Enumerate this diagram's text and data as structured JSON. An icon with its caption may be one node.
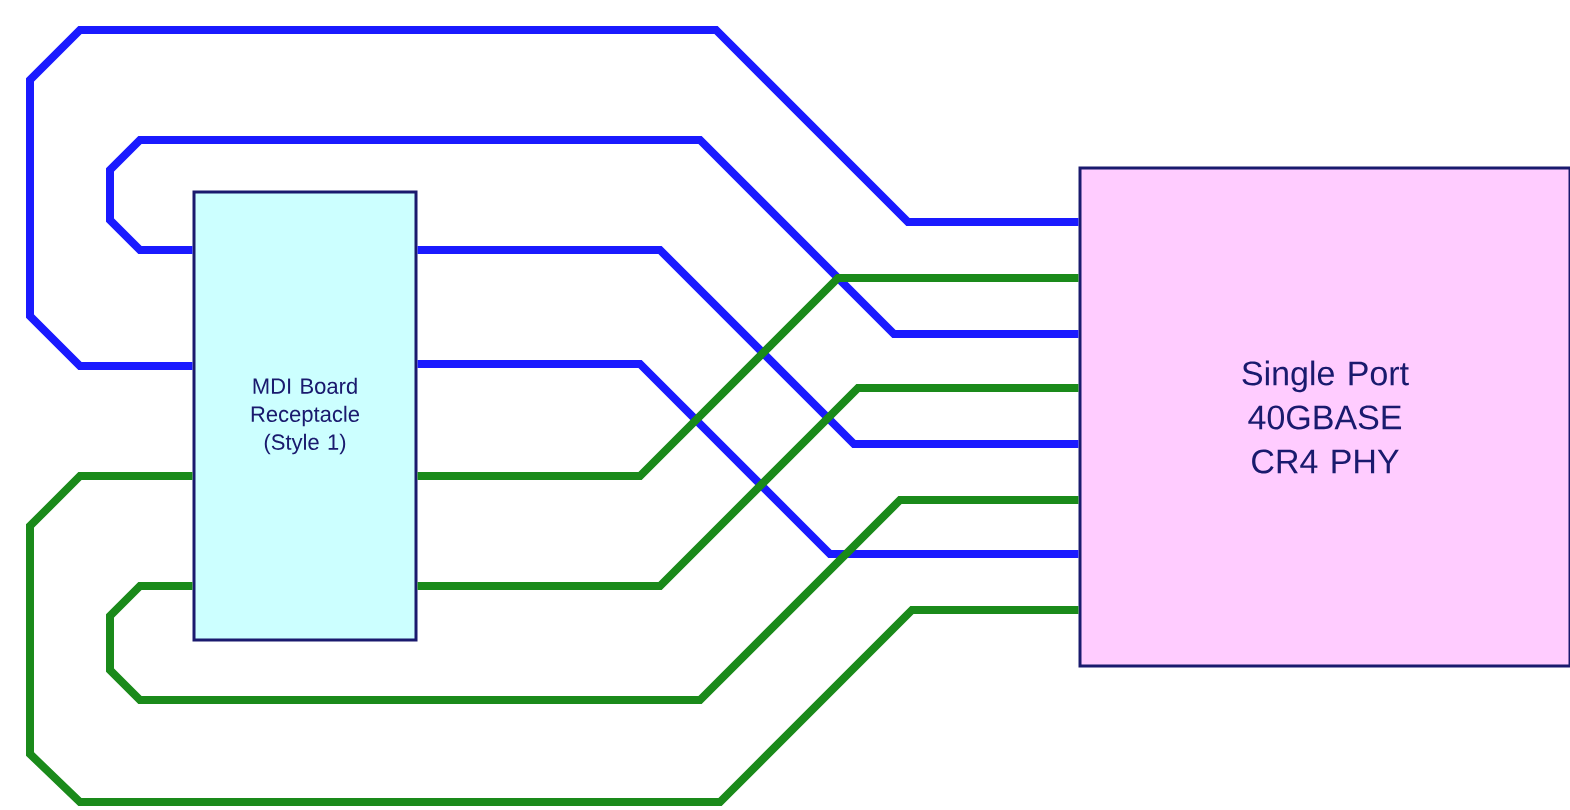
{
  "diagram": {
    "nodes": [
      {
        "text": [
          "MDI Board Receptacle (Style 1)"
        ]
      },
      {
        "text": [
          "Single Port 40GBASE CR4 PHY"
        ]
      }
    ],
    "edges": [
      {
        "from": 0,
        "to": 1,
        "arrow": "none",
        "color": "#1a1aff"
      },
      {
        "from": 0,
        "to": 1,
        "arrow": "none",
        "color": "#1a1aff"
      },
      {
        "from": 0,
        "to": 1,
        "arrow": "none",
        "color": "#1a1aff"
      },
      {
        "from": 0,
        "to": 1,
        "arrow": "none",
        "color": "#1a1aff"
      },
      {
        "from": 0,
        "to": 1,
        "arrow": "none",
        "color": "#1a8a1a"
      },
      {
        "from": 0,
        "to": 1,
        "arrow": "none",
        "color": "#1a8a1a"
      },
      {
        "from": 0,
        "to": 1,
        "arrow": "none",
        "color": "#1a8a1a"
      },
      {
        "from": 0,
        "to": 1,
        "arrow": "none",
        "color": "#1a8a1a"
      }
    ]
  }
}
